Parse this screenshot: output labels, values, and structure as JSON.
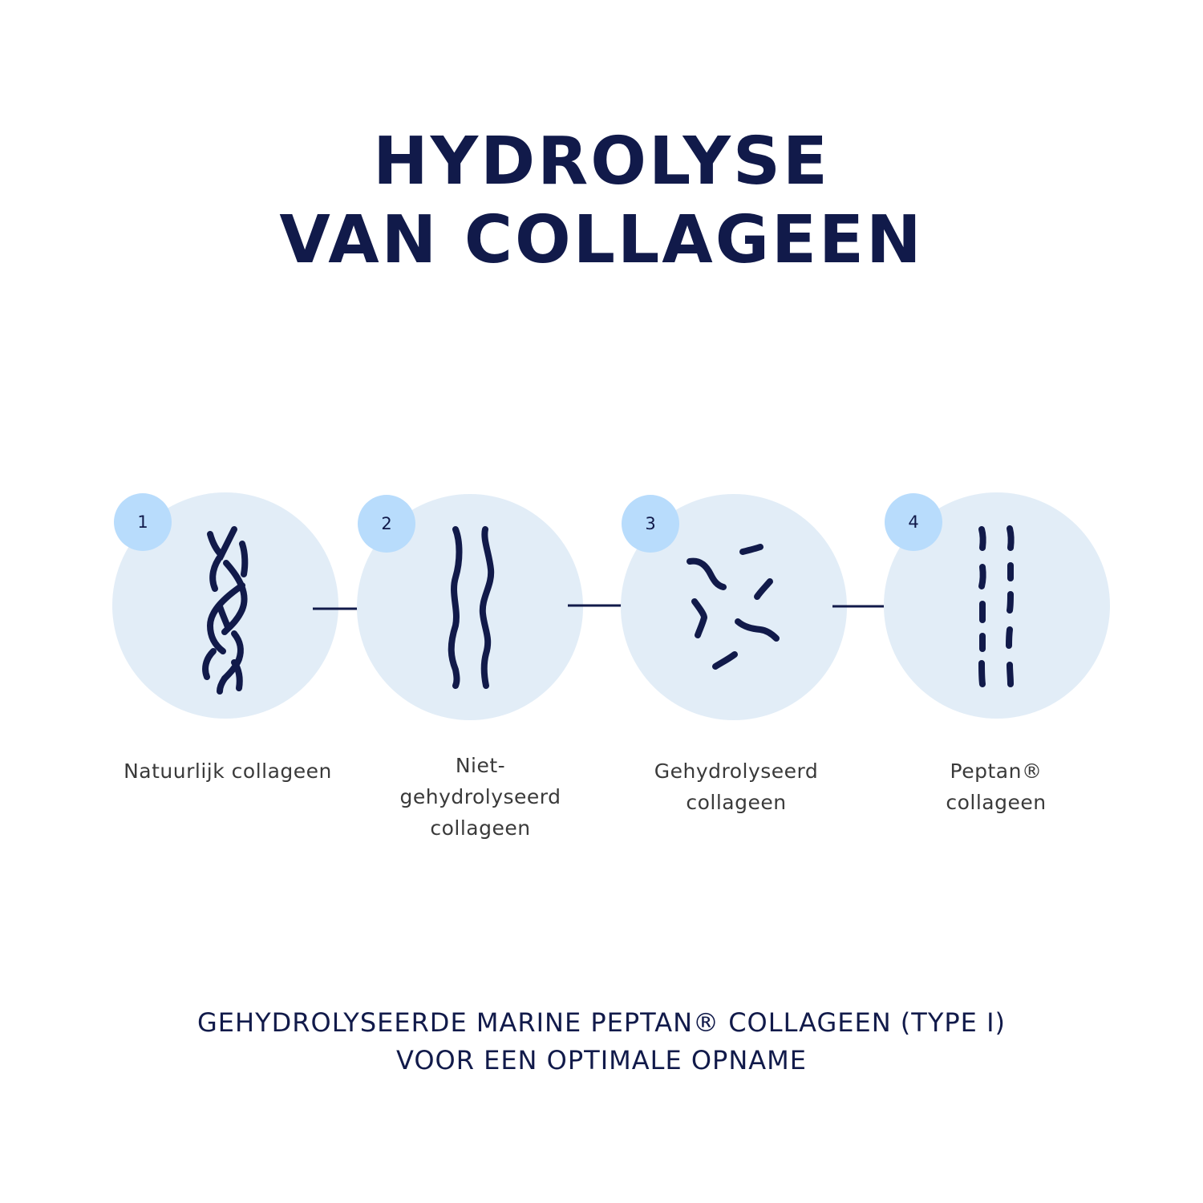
{
  "title": {
    "line1": "HYDROLYSE",
    "line2": "VAN COLLAGEEN"
  },
  "steps": [
    {
      "number": "1",
      "label_lines": [
        "Natuurlijk collageen"
      ],
      "icon": "triple-helix-icon"
    },
    {
      "number": "2",
      "label_lines": [
        "Niet-",
        "gehydrolyseerd",
        "collageen"
      ],
      "icon": "two-wavy-strands-icon"
    },
    {
      "number": "3",
      "label_lines": [
        "Gehydrolyseerd",
        "collageen"
      ],
      "icon": "fragmented-strands-icon"
    },
    {
      "number": "4",
      "label_lines": [
        "Peptan®",
        "collageen"
      ],
      "icon": "dashed-peptide-strands-icon"
    }
  ],
  "footer": {
    "line1": "GEHYDROLYSEERDE MARINE PEPTAN® COLLAGEEN (TYPE I)",
    "line2": "VOOR EEN OPTIMALE OPNAME"
  },
  "colors": {
    "navy": "#111a4a",
    "circle_bg": "#e2edf7",
    "badge_bg": "#b8dcfc",
    "label_text": "#3a3a3a",
    "background": "#ffffff"
  }
}
